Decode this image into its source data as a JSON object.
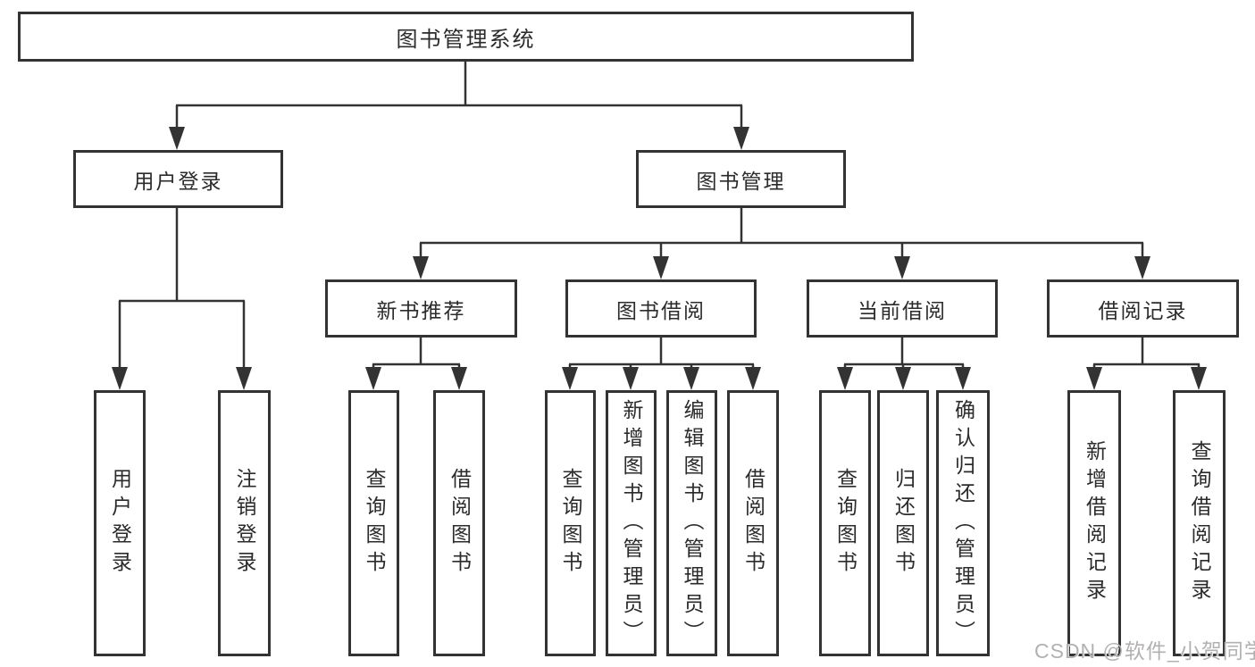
{
  "tree": {
    "root": {
      "label": "图书管理系统"
    },
    "branches": [
      {
        "label": "用户登录",
        "children": [
          {
            "label": "用户登录"
          },
          {
            "label": "注销登录"
          }
        ]
      },
      {
        "label": "图书管理",
        "groups": [
          {
            "label": "新书推荐",
            "children": [
              {
                "label": "查询图书"
              },
              {
                "label": "借阅图书"
              }
            ]
          },
          {
            "label": "图书借阅",
            "children": [
              {
                "label": "查询图书"
              },
              {
                "label": "新增图书（管理员）"
              },
              {
                "label": "编辑图书（管理员）"
              },
              {
                "label": "借阅图书"
              }
            ]
          },
          {
            "label": "当前借阅",
            "children": [
              {
                "label": "查询图书"
              },
              {
                "label": "归还图书"
              },
              {
                "label": "确认归还（管理员）"
              }
            ]
          },
          {
            "label": "借阅记录",
            "children": [
              {
                "label": "新增借阅记录"
              },
              {
                "label": "查询借阅记录"
              }
            ]
          }
        ]
      }
    ]
  },
  "watermark": {
    "text": "CSDN @软件_小贺同学"
  },
  "colors": {
    "line": "#333333",
    "text": "#2b2b2b",
    "watermark": "#b3b0b0",
    "background": "#ffffff"
  }
}
